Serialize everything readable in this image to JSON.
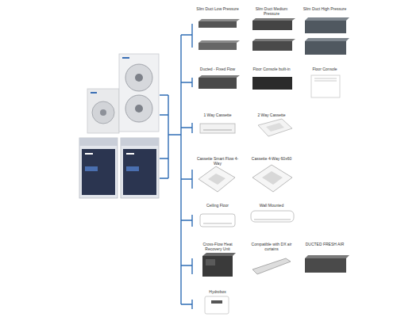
{
  "diagram": {
    "nodes": [
      {
        "text": [
          "Slim Duct Low Pressure"
        ]
      },
      {
        "text": [
          "Slim Duct Medium Pressure"
        ]
      },
      {
        "text": [
          "Slim Duct High Pressure"
        ]
      },
      {
        "text": [
          "Ducted - Fixed Flow"
        ]
      },
      {
        "text": [
          "Floor Console built-in"
        ]
      },
      {
        "text": [
          "Floor Console"
        ]
      },
      {
        "text": [
          "1 Way Cassette"
        ]
      },
      {
        "text": [
          "2 Way Cassette"
        ]
      },
      {
        "text": [
          "Cassette Smart Flow 4-Way"
        ]
      },
      {
        "text": [
          "Cassette 4-Way 60x60"
        ]
      },
      {
        "text": [
          "Ceiling Floor"
        ]
      },
      {
        "text": [
          "Wall Mounted"
        ]
      },
      {
        "text": [
          "Cross-Flow Heat Recovery Unit"
        ]
      },
      {
        "text": [
          "Compatible with DX air curtains"
        ]
      },
      {
        "text": [
          "DUCTED FRESH AIR"
        ]
      },
      {
        "text": [
          "Hydrobox"
        ]
      }
    ]
  }
}
